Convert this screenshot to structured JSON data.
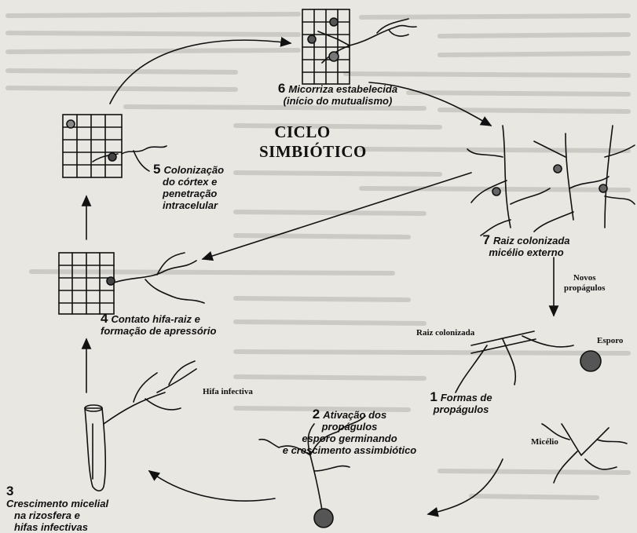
{
  "title": [
    "CICLO",
    "SIMBIÓTICO"
  ],
  "stages": [
    {
      "number": "1",
      "lines": [
        "Formas de",
        "propágulos"
      ]
    },
    {
      "number": "2",
      "lines": [
        "Ativação dos",
        "propágulos",
        "esporo germinando",
        "e crescimento assimbiótico"
      ]
    },
    {
      "number": "3",
      "lines": [
        "Crescimento micelial",
        "na rizosfera e",
        "hifas infectivas"
      ]
    },
    {
      "number": "4",
      "lines": [
        "Contato hifa-raiz e",
        "formação de apressório"
      ]
    },
    {
      "number": "5",
      "lines": [
        "Colonização",
        "do córtex e",
        "penetração",
        "intracelular"
      ]
    },
    {
      "number": "6",
      "lines": [
        "Micorriza estabelecida",
        "(início do mutualismo)"
      ]
    },
    {
      "number": "7",
      "lines": [
        "Raiz colonizada",
        "micélio externo"
      ]
    }
  ],
  "small_labels": {
    "novos_propagulos": [
      "Novos",
      "propágulos"
    ],
    "raiz_colonizada": "Raiz colonizada",
    "esporo": "Esporo",
    "micelio": "Micélio",
    "hifa_infectiva": "Hifa infectiva"
  },
  "colors": {
    "ink": "#111111",
    "paper": "#e9e7e2",
    "bleed": "#9a9892"
  }
}
